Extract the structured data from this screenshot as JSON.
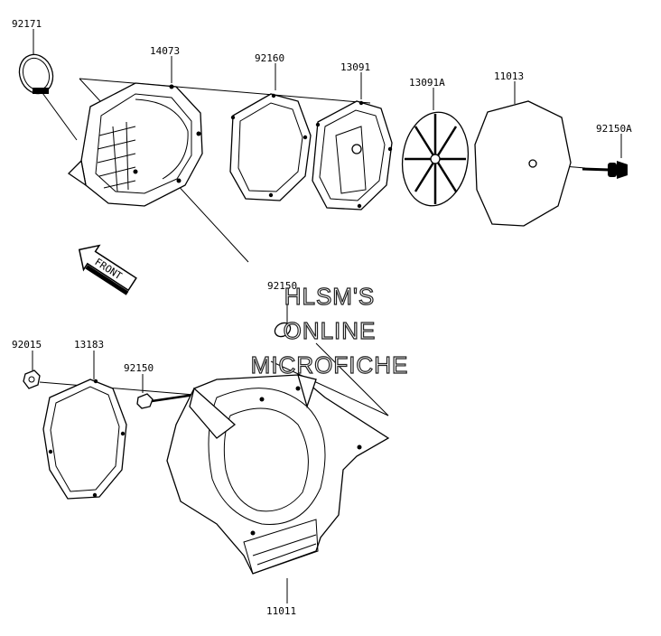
{
  "diagram": {
    "parts": [
      {
        "id": "92171",
        "label": "92171"
      },
      {
        "id": "14073",
        "label": "14073"
      },
      {
        "id": "92160",
        "label": "92160"
      },
      {
        "id": "13091",
        "label": "13091"
      },
      {
        "id": "13091A",
        "label": "13091A"
      },
      {
        "id": "11013",
        "label": "11013"
      },
      {
        "id": "92150A",
        "label": "92150A"
      },
      {
        "id": "92150_top",
        "label": "92150"
      },
      {
        "id": "92015",
        "label": "92015"
      },
      {
        "id": "13183",
        "label": "13183"
      },
      {
        "id": "92150_mid",
        "label": "92150"
      },
      {
        "id": "11011",
        "label": "11011"
      }
    ],
    "front_arrow_label": "FRONT",
    "watermark": [
      "HLSM'S",
      "ONLINE",
      "MICROFICHE"
    ]
  }
}
